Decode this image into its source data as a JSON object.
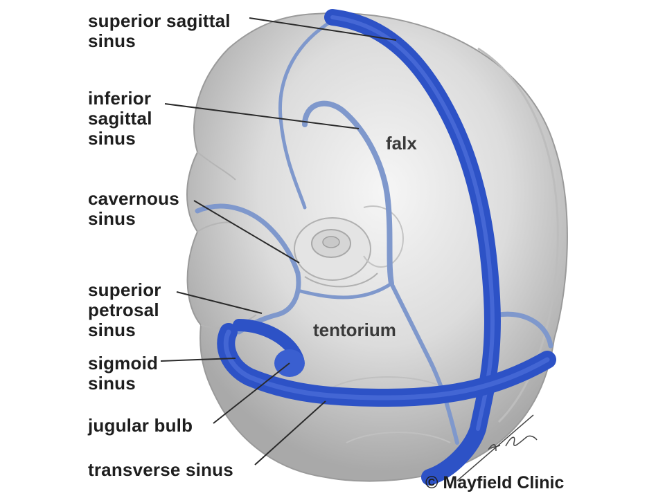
{
  "labels": {
    "superior_sagittal": "superior sagittal\nsinus",
    "inferior_sagittal": "inferior\nsagittal\nsinus",
    "cavernous": "cavernous\nsinus",
    "superior_petrosal": "superior\npetrosal\nsinus",
    "sigmoid": "sigmoid\nsinus",
    "jugular_bulb": "jugular bulb",
    "transverse": "transverse sinus"
  },
  "regions": {
    "falx": "falx",
    "tentorium": "tentorium"
  },
  "credit": "© Mayfield Clinic",
  "colors": {
    "sinus_blue": "#2d52c6",
    "vein_light": "#7f98cc",
    "brain_gray": "#d8d8d8",
    "leader_line": "#2a2a2a"
  }
}
